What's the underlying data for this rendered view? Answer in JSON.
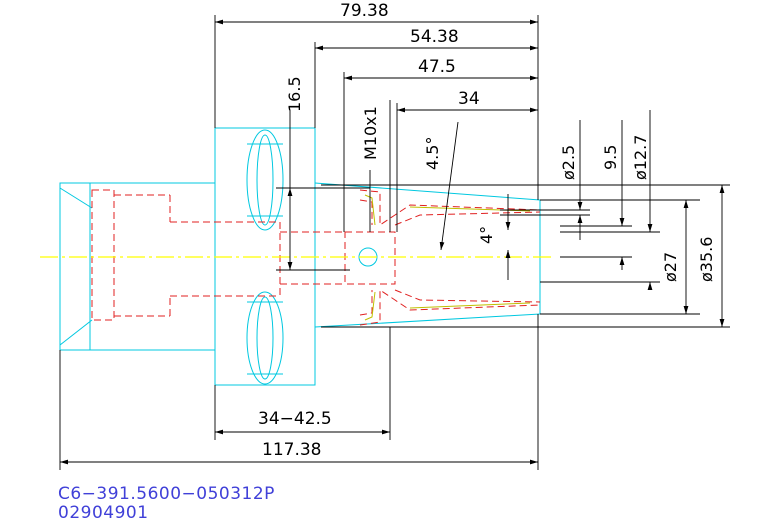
{
  "colors": {
    "outline": "#00c8e0",
    "hidden": "#e02020",
    "centerline": "#ffff00",
    "dimension": "#000000",
    "insert": "#c0c000",
    "caption": "#4040d8"
  },
  "dimensions": {
    "len_79_38": "79.38",
    "len_54_38": "54.38",
    "len_47_5": "47.5",
    "len_34": "34",
    "len_16_5": "16.5",
    "thread": "M10x1",
    "angle_4_5": "4.5°",
    "angle_4": "4°",
    "dia_2_5": "ø2.5",
    "dia_9_5": "9.5",
    "dia_12_7": "ø12.7",
    "dia_27": "ø27",
    "dia_35_6": "ø35.6",
    "range_34_42_5": "34−42.5",
    "len_117_38": "117.38"
  },
  "caption": {
    "part_number": "C6−391.5600−050312P",
    "drawing_number": "02904901"
  }
}
